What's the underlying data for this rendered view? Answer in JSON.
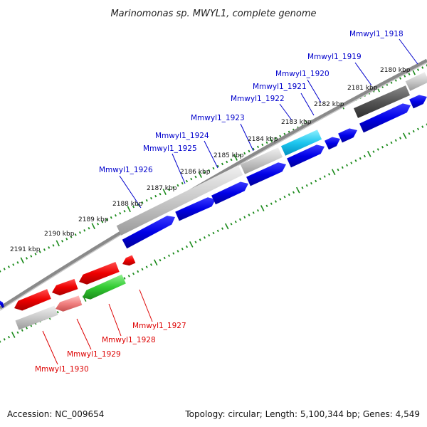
{
  "title": "Marinomonas sp. MWYL1, complete genome",
  "footer": {
    "accession": "Accession: NC_009654",
    "topology": "Topology: circular; Length: 5,100,344 bp; Genes: 4,549"
  },
  "colors": {
    "forward_label": "#0000cc",
    "reverse_label": "#dd0000",
    "ruler_ticks": "#1a8a1a",
    "backbone": "#888888"
  },
  "kbp_ticks": [
    "2180 kbp",
    "2181 kbp",
    "2182 kbp",
    "2183 kbp",
    "2184 kbp",
    "2185 kbp",
    "2186 kbp",
    "2187 kbp",
    "2188 kbp",
    "2189 kbp",
    "2190 kbp",
    "2191 kbp"
  ],
  "forward_genes": [
    "Mmwyl1_1918",
    "Mmwyl1_1919",
    "Mmwyl1_1920",
    "Mmwyl1_1921",
    "Mmwyl1_1922",
    "Mmwyl1_1923",
    "Mmwyl1_1924",
    "Mmwyl1_1925",
    "Mmwyl1_1926"
  ],
  "reverse_genes": [
    "Mmwyl1_1927",
    "Mmwyl1_1928",
    "Mmwyl1_1929",
    "Mmwyl1_1930"
  ]
}
